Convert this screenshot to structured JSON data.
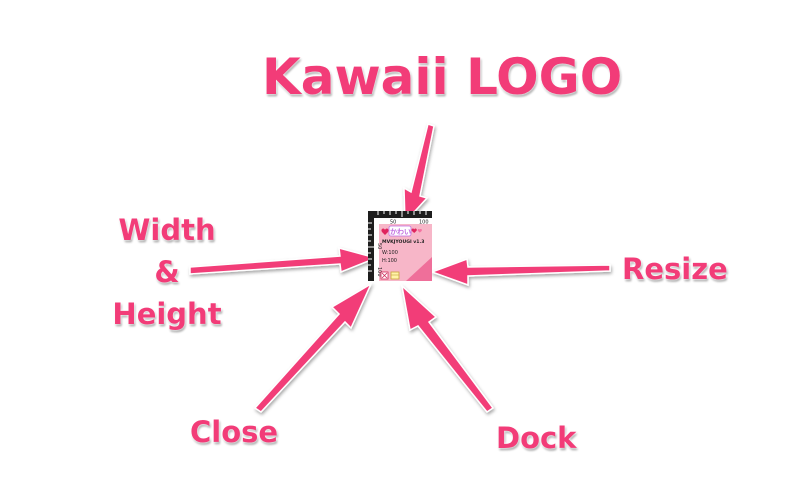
{
  "callouts": {
    "logo": "Kawaii LOGO",
    "width_height_line1": "Width",
    "width_height_line2": "&",
    "width_height_line3": "Height",
    "resize": "Resize",
    "close": "Close",
    "dock": "Dock"
  },
  "widget": {
    "ruler_mark_50": "50",
    "ruler_mark_100_top": "100",
    "ruler_mark_50_left": "50",
    "ruler_mark_100_left": "100",
    "app_name": "MVKJYOUGI v1.3",
    "width_label": "W:100",
    "height_label": "H:100",
    "icons": {
      "logo": "kawaii-logo-icon",
      "close": "close-icon",
      "dock": "dock-icon",
      "resize": "resize-grip-icon"
    }
  },
  "colors": {
    "accent": "#f23c78",
    "widget_bg": "#f7b6c8",
    "widget_resize": "#ef6f9a"
  }
}
